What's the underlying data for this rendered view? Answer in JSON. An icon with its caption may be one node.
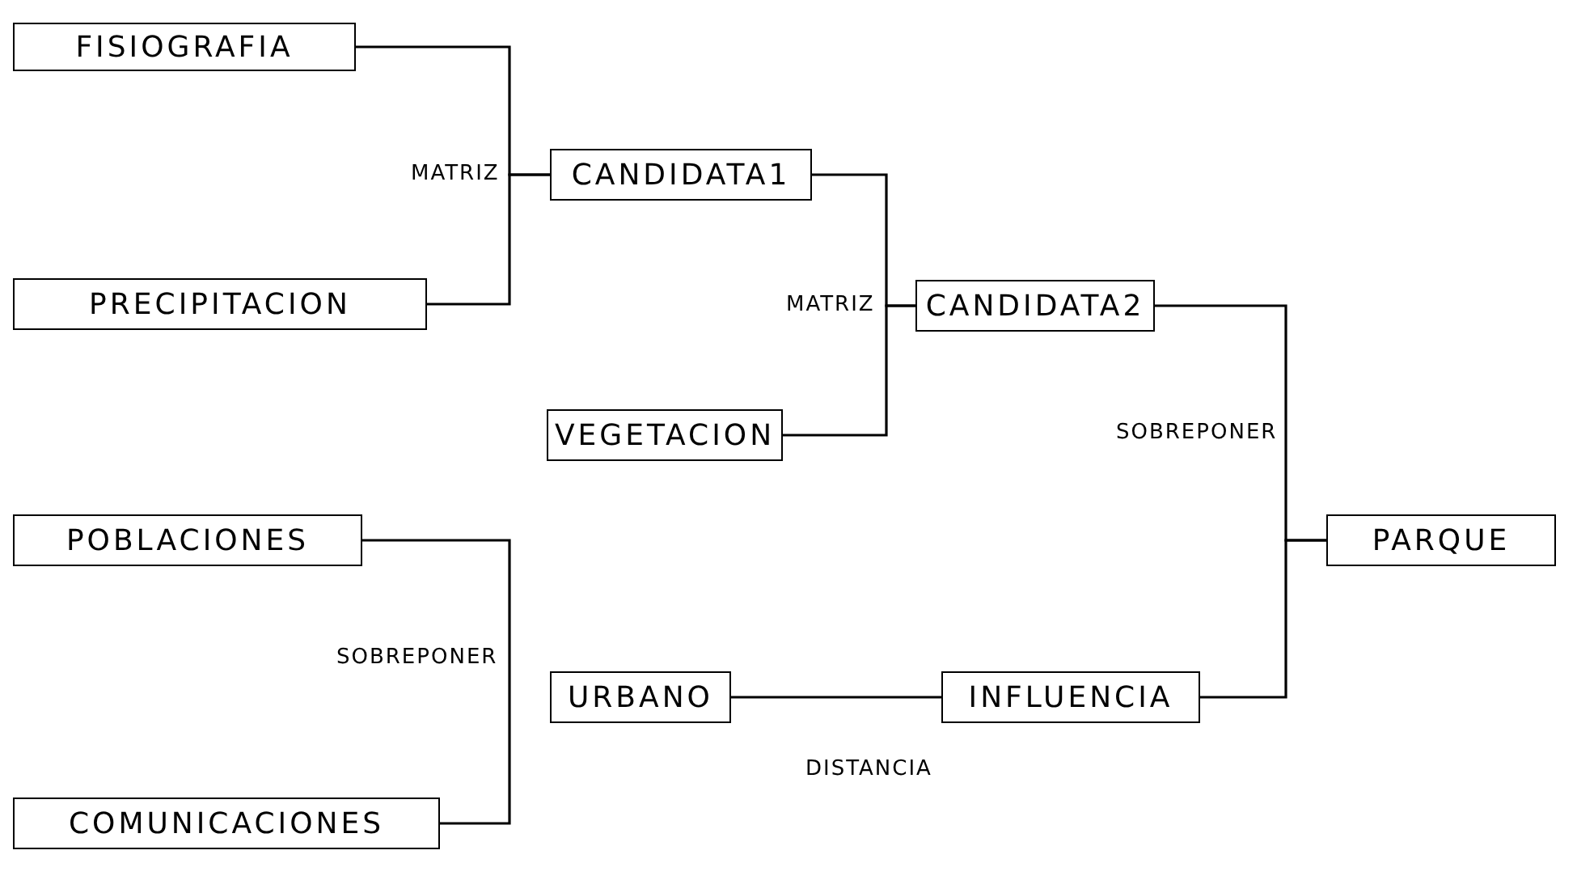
{
  "diagram": {
    "nodes": [
      {
        "text": [
          "FISIOGRAFIA"
        ]
      },
      {
        "text": [
          "PRECIPITACION"
        ]
      },
      {
        "text": [
          "CANDIDATA1"
        ]
      },
      {
        "text": [
          "VEGETACION"
        ]
      },
      {
        "text": [
          "CANDIDATA2"
        ]
      },
      {
        "text": [
          "PARQUE"
        ]
      },
      {
        "text": [
          "POBLACIONES"
        ]
      },
      {
        "text": [
          "URBANO"
        ]
      },
      {
        "text": [
          "INFLUENCIA"
        ]
      },
      {
        "text": [
          "COMUNICACIONES"
        ]
      }
    ],
    "edges": [
      {
        "from": 0,
        "to": 2,
        "arrow": "none",
        "label": "MATRIZ"
      },
      {
        "from": 1,
        "to": 2,
        "arrow": "none"
      },
      {
        "from": 2,
        "to": 4,
        "arrow": "none",
        "label": "MATRIZ"
      },
      {
        "from": 3,
        "to": 4,
        "arrow": "none"
      },
      {
        "from": 4,
        "to": 5,
        "arrow": "none",
        "label": "SOBREPONER"
      },
      {
        "from": 8,
        "to": 5,
        "arrow": "none"
      },
      {
        "from": 6,
        "to": 9,
        "arrow": "none",
        "label": "SOBREPONER"
      },
      {
        "from": 7,
        "to": 8,
        "arrow": "none",
        "label": "DISTANCIA"
      }
    ]
  }
}
